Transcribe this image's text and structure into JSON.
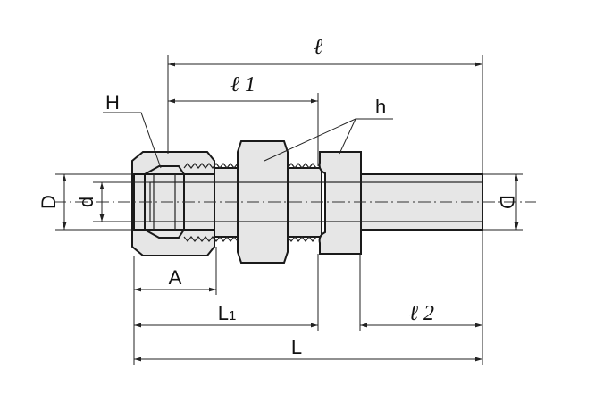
{
  "labels": {
    "l_total": "ℓ",
    "l1": "ℓ 1",
    "l2": "ℓ 2",
    "H": "H",
    "h": "h",
    "D_left": "D",
    "d": "d",
    "D_right": "D",
    "A": "A",
    "L1_main": "L",
    "L1_sub": "1",
    "L": "L"
  },
  "colors": {
    "line": "#1a1a1a",
    "body_fill": "#e6e6e6",
    "background": "#ffffff"
  }
}
